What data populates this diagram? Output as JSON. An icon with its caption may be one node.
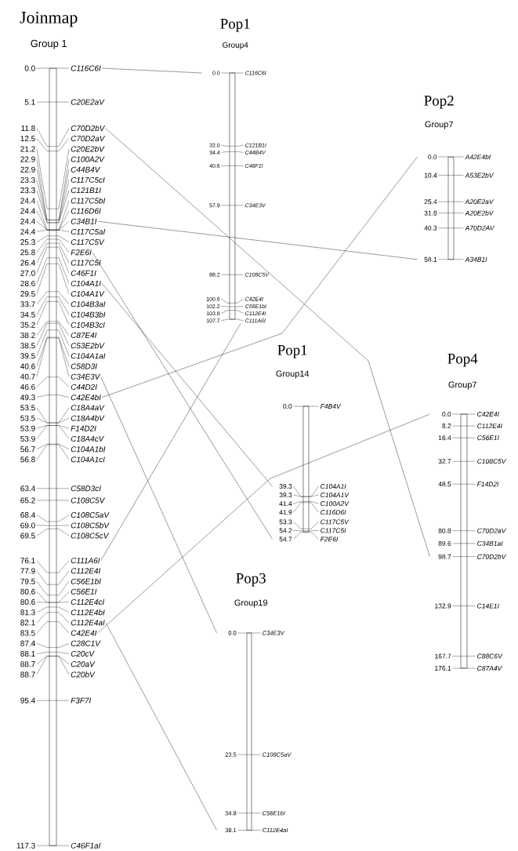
{
  "diagram": {
    "nodes": [
      {
        "text": [
          "Joinmap",
          "Group 1"
        ]
      },
      {
        "text": [
          "C116C6I"
        ],
        "beside": [
          "0.0"
        ]
      },
      {
        "text": [
          "C20E2aV"
        ],
        "beside": [
          "5.1"
        ]
      },
      {
        "text": [
          "C70D2bV"
        ],
        "beside": [
          "11.8"
        ]
      },
      {
        "text": [
          "C70D2aV"
        ],
        "beside": [
          "12.5"
        ]
      },
      {
        "text": [
          "C20E2bV"
        ],
        "beside": [
          "21.2"
        ]
      },
      {
        "text": [
          "C100A2V"
        ],
        "beside": [
          "22.9"
        ]
      },
      {
        "text": [
          "C44B4V"
        ],
        "beside": [
          "22.9"
        ]
      },
      {
        "text": [
          "C117C5cI"
        ],
        "beside": [
          "23.3"
        ]
      },
      {
        "text": [
          "C121B1I"
        ],
        "beside": [
          "23.3"
        ]
      },
      {
        "text": [
          "C117C5bI"
        ],
        "beside": [
          "24.4"
        ]
      },
      {
        "text": [
          "C116D6I"
        ],
        "beside": [
          "24.4"
        ]
      },
      {
        "text": [
          "C34B1I"
        ],
        "beside": [
          "24.4"
        ]
      },
      {
        "text": [
          "C117C5aI"
        ],
        "beside": [
          "24.4"
        ]
      },
      {
        "text": [
          "C117C5V"
        ],
        "beside": [
          "25.3"
        ]
      },
      {
        "text": [
          "F2E6I"
        ],
        "beside": [
          "25.8"
        ]
      },
      {
        "text": [
          "C117C5I"
        ],
        "beside": [
          "26.4"
        ]
      },
      {
        "text": [
          "C46F1I"
        ],
        "beside": [
          "27.0"
        ]
      },
      {
        "text": [
          "C104A1I"
        ],
        "beside": [
          "28.6"
        ]
      },
      {
        "text": [
          "C104A1V"
        ],
        "beside": [
          "29.5"
        ]
      },
      {
        "text": [
          "C104B3aI"
        ],
        "beside": [
          "33.7"
        ]
      },
      {
        "text": [
          "C104B3bI"
        ],
        "beside": [
          "34.5"
        ]
      },
      {
        "text": [
          "C104B3cI"
        ],
        "beside": [
          "35.2"
        ]
      },
      {
        "text": [
          "C87E4I"
        ],
        "beside": [
          "38.2"
        ]
      },
      {
        "text": [
          "C53E2bV"
        ],
        "beside": [
          "38.5"
        ]
      },
      {
        "text": [
          "C104A1aI"
        ],
        "beside": [
          "39.5"
        ]
      },
      {
        "text": [
          "C58D3I"
        ],
        "beside": [
          "40.6"
        ]
      },
      {
        "text": [
          "C34E3V"
        ],
        "beside": [
          "40.7"
        ]
      },
      {
        "text": [
          "C44D2I"
        ],
        "beside": [
          "46.6"
        ]
      },
      {
        "text": [
          "C42E4bI"
        ],
        "beside": [
          "49.3"
        ]
      },
      {
        "text": [
          "C18A4aV"
        ],
        "beside": [
          "53.5"
        ]
      },
      {
        "text": [
          "C18A4bV"
        ],
        "beside": [
          "53.5"
        ]
      },
      {
        "text": [
          "F14D2I"
        ],
        "beside": [
          "53.9"
        ]
      },
      {
        "text": [
          "C18A4cV"
        ],
        "beside": [
          "53.9"
        ]
      },
      {
        "text": [
          "C104A1bI"
        ],
        "beside": [
          "56.7"
        ]
      },
      {
        "text": [
          "C104A1cI"
        ],
        "beside": [
          "56.8"
        ]
      },
      {
        "text": [
          "C58D3cI"
        ],
        "beside": [
          "63.4"
        ]
      },
      {
        "text": [
          "C108C5V"
        ],
        "beside": [
          "65.2"
        ]
      },
      {
        "text": [
          "C108C5aV"
        ],
        "beside": [
          "68.4"
        ]
      },
      {
        "text": [
          "C108C5bV"
        ],
        "beside": [
          "69.0"
        ]
      },
      {
        "text": [
          "C108C5cV"
        ],
        "beside": [
          "69.5"
        ]
      },
      {
        "text": [
          "C111A6I"
        ],
        "beside": [
          "76.1"
        ]
      },
      {
        "text": [
          "C112E4I"
        ],
        "beside": [
          "77.9"
        ]
      },
      {
        "text": [
          "C56E1bI"
        ],
        "beside": [
          "79.5"
        ]
      },
      {
        "text": [
          "C56E1I"
        ],
        "beside": [
          "80.6"
        ]
      },
      {
        "text": [
          "C112E4cI"
        ],
        "beside": [
          "80.6"
        ]
      },
      {
        "text": [
          "C112E4bI"
        ],
        "beside": [
          "81.3"
        ]
      },
      {
        "text": [
          "C112E4aI"
        ],
        "beside": [
          "82.1"
        ]
      },
      {
        "text": [
          "C42E4I"
        ],
        "beside": [
          "83.5"
        ]
      },
      {
        "text": [
          "C28C1V"
        ],
        "beside": [
          "87.4"
        ]
      },
      {
        "text": [
          "C20cV"
        ],
        "beside": [
          "88.1"
        ]
      },
      {
        "text": [
          "C20aV"
        ],
        "beside": [
          "88.7"
        ]
      },
      {
        "text": [
          "C20bV"
        ],
        "beside": [
          "88.7"
        ]
      },
      {
        "text": [
          "F3F7I"
        ],
        "beside": [
          "95.4"
        ]
      },
      {
        "text": [
          "C46F1aI"
        ],
        "beside": [
          "117.3"
        ]
      },
      {
        "text": [
          "Pop1",
          "Group4"
        ]
      },
      {
        "text": [
          "C116C6I"
        ],
        "beside": [
          "0.0"
        ]
      },
      {
        "text": [
          "C121B1I"
        ],
        "beside": [
          "32.0"
        ]
      },
      {
        "text": [
          "C44B4V"
        ],
        "beside": [
          "34.4"
        ]
      },
      {
        "text": [
          "C46F1I"
        ],
        "beside": [
          "40.6"
        ]
      },
      {
        "text": [
          "C34E3V"
        ],
        "beside": [
          "57.9"
        ]
      },
      {
        "text": [
          "C108C5V"
        ],
        "beside": [
          "88.2"
        ]
      },
      {
        "text": [
          "C42E4I"
        ],
        "beside": [
          "100.6"
        ]
      },
      {
        "text": [
          "C56E1bI"
        ],
        "beside": [
          "102.2"
        ]
      },
      {
        "text": [
          "C112E4I"
        ],
        "beside": [
          "103.8"
        ]
      },
      {
        "text": [
          "C111A6I"
        ],
        "beside": [
          "107.7"
        ]
      },
      {
        "text": [
          "Pop2",
          "Group7"
        ]
      },
      {
        "text": [
          "A42E4bI"
        ],
        "beside": [
          "0.0"
        ]
      },
      {
        "text": [
          "A53E2bV"
        ],
        "beside": [
          "10.4"
        ]
      },
      {
        "text": [
          "A20E2aV"
        ],
        "beside": [
          "25.4"
        ]
      },
      {
        "text": [
          "A20E2bV"
        ],
        "beside": [
          "31.8"
        ]
      },
      {
        "text": [
          "A70D2AV"
        ],
        "beside": [
          "40.3"
        ]
      },
      {
        "text": [
          "A34B1I"
        ],
        "beside": [
          "58.1"
        ]
      },
      {
        "text": [
          "Pop1",
          "Group14"
        ]
      },
      {
        "text": [
          "F4B4V"
        ],
        "beside": [
          "0.0"
        ]
      },
      {
        "text": [
          "C104A1I"
        ],
        "beside": [
          "39.3"
        ]
      },
      {
        "text": [
          "C104A1V"
        ],
        "beside": [
          "39.3"
        ]
      },
      {
        "text": [
          "C100A2V"
        ],
        "beside": [
          "41.4"
        ]
      },
      {
        "text": [
          "C116D6I"
        ],
        "beside": [
          "41.9"
        ]
      },
      {
        "text": [
          "C117C5V"
        ],
        "beside": [
          "53.3"
        ]
      },
      {
        "text": [
          "C117C5I"
        ],
        "beside": [
          "54.2"
        ]
      },
      {
        "text": [
          "F2E6I"
        ],
        "beside": [
          "54.7"
        ]
      },
      {
        "text": [
          "Pop4",
          "Group7"
        ]
      },
      {
        "text": [
          "C42E4I"
        ],
        "beside": [
          "0.0"
        ]
      },
      {
        "text": [
          "C112E4I"
        ],
        "beside": [
          "8.2"
        ]
      },
      {
        "text": [
          "C56E1I"
        ],
        "beside": [
          "16.4"
        ]
      },
      {
        "text": [
          "C108C5V"
        ],
        "beside": [
          "32.7"
        ]
      },
      {
        "text": [
          "F14D2I"
        ],
        "beside": [
          "48.5"
        ]
      },
      {
        "text": [
          "C70D2aV"
        ],
        "beside": [
          "80.8"
        ]
      },
      {
        "text": [
          "C34B1aI"
        ],
        "beside": [
          "89.6"
        ]
      },
      {
        "text": [
          "C70D2bV"
        ],
        "beside": [
          "98.7"
        ]
      },
      {
        "text": [
          "C14E1I"
        ],
        "beside": [
          "132.9"
        ]
      },
      {
        "text": [
          "C88C6V"
        ],
        "beside": [
          "167.7"
        ]
      },
      {
        "text": [
          "C87A4V"
        ],
        "beside": [
          "176.1"
        ]
      },
      {
        "text": [
          "Pop3",
          "Group19"
        ]
      },
      {
        "text": [
          "C34E3V"
        ],
        "beside": [
          "0.0"
        ]
      },
      {
        "text": [
          "C108C5aV"
        ],
        "beside": [
          "23.5"
        ]
      },
      {
        "text": [
          "C56E1bI"
        ],
        "beside": [
          "34.8"
        ]
      },
      {
        "text": [
          "C112E4aI"
        ],
        "beside": [
          "38.1"
        ]
      }
    ],
    "edges": [
      {
        "from": 1,
        "to": 56,
        "arrow": "none"
      },
      {
        "from": 3,
        "to": 90,
        "arrow": "none"
      },
      {
        "from": 12,
        "to": 72,
        "arrow": "none"
      },
      {
        "from": 15,
        "to": 81,
        "arrow": "none"
      },
      {
        "from": 18,
        "to": 75,
        "arrow": "none"
      },
      {
        "from": 29,
        "to": 67,
        "arrow": "none"
      },
      {
        "from": 27,
        "to": 95,
        "arrow": "none"
      },
      {
        "from": 41,
        "to": 65,
        "arrow": "none"
      },
      {
        "from": 47,
        "to": 98,
        "arrow": "none"
      },
      {
        "from": 48,
        "to": 83,
        "arrow": "none"
      }
    ]
  }
}
